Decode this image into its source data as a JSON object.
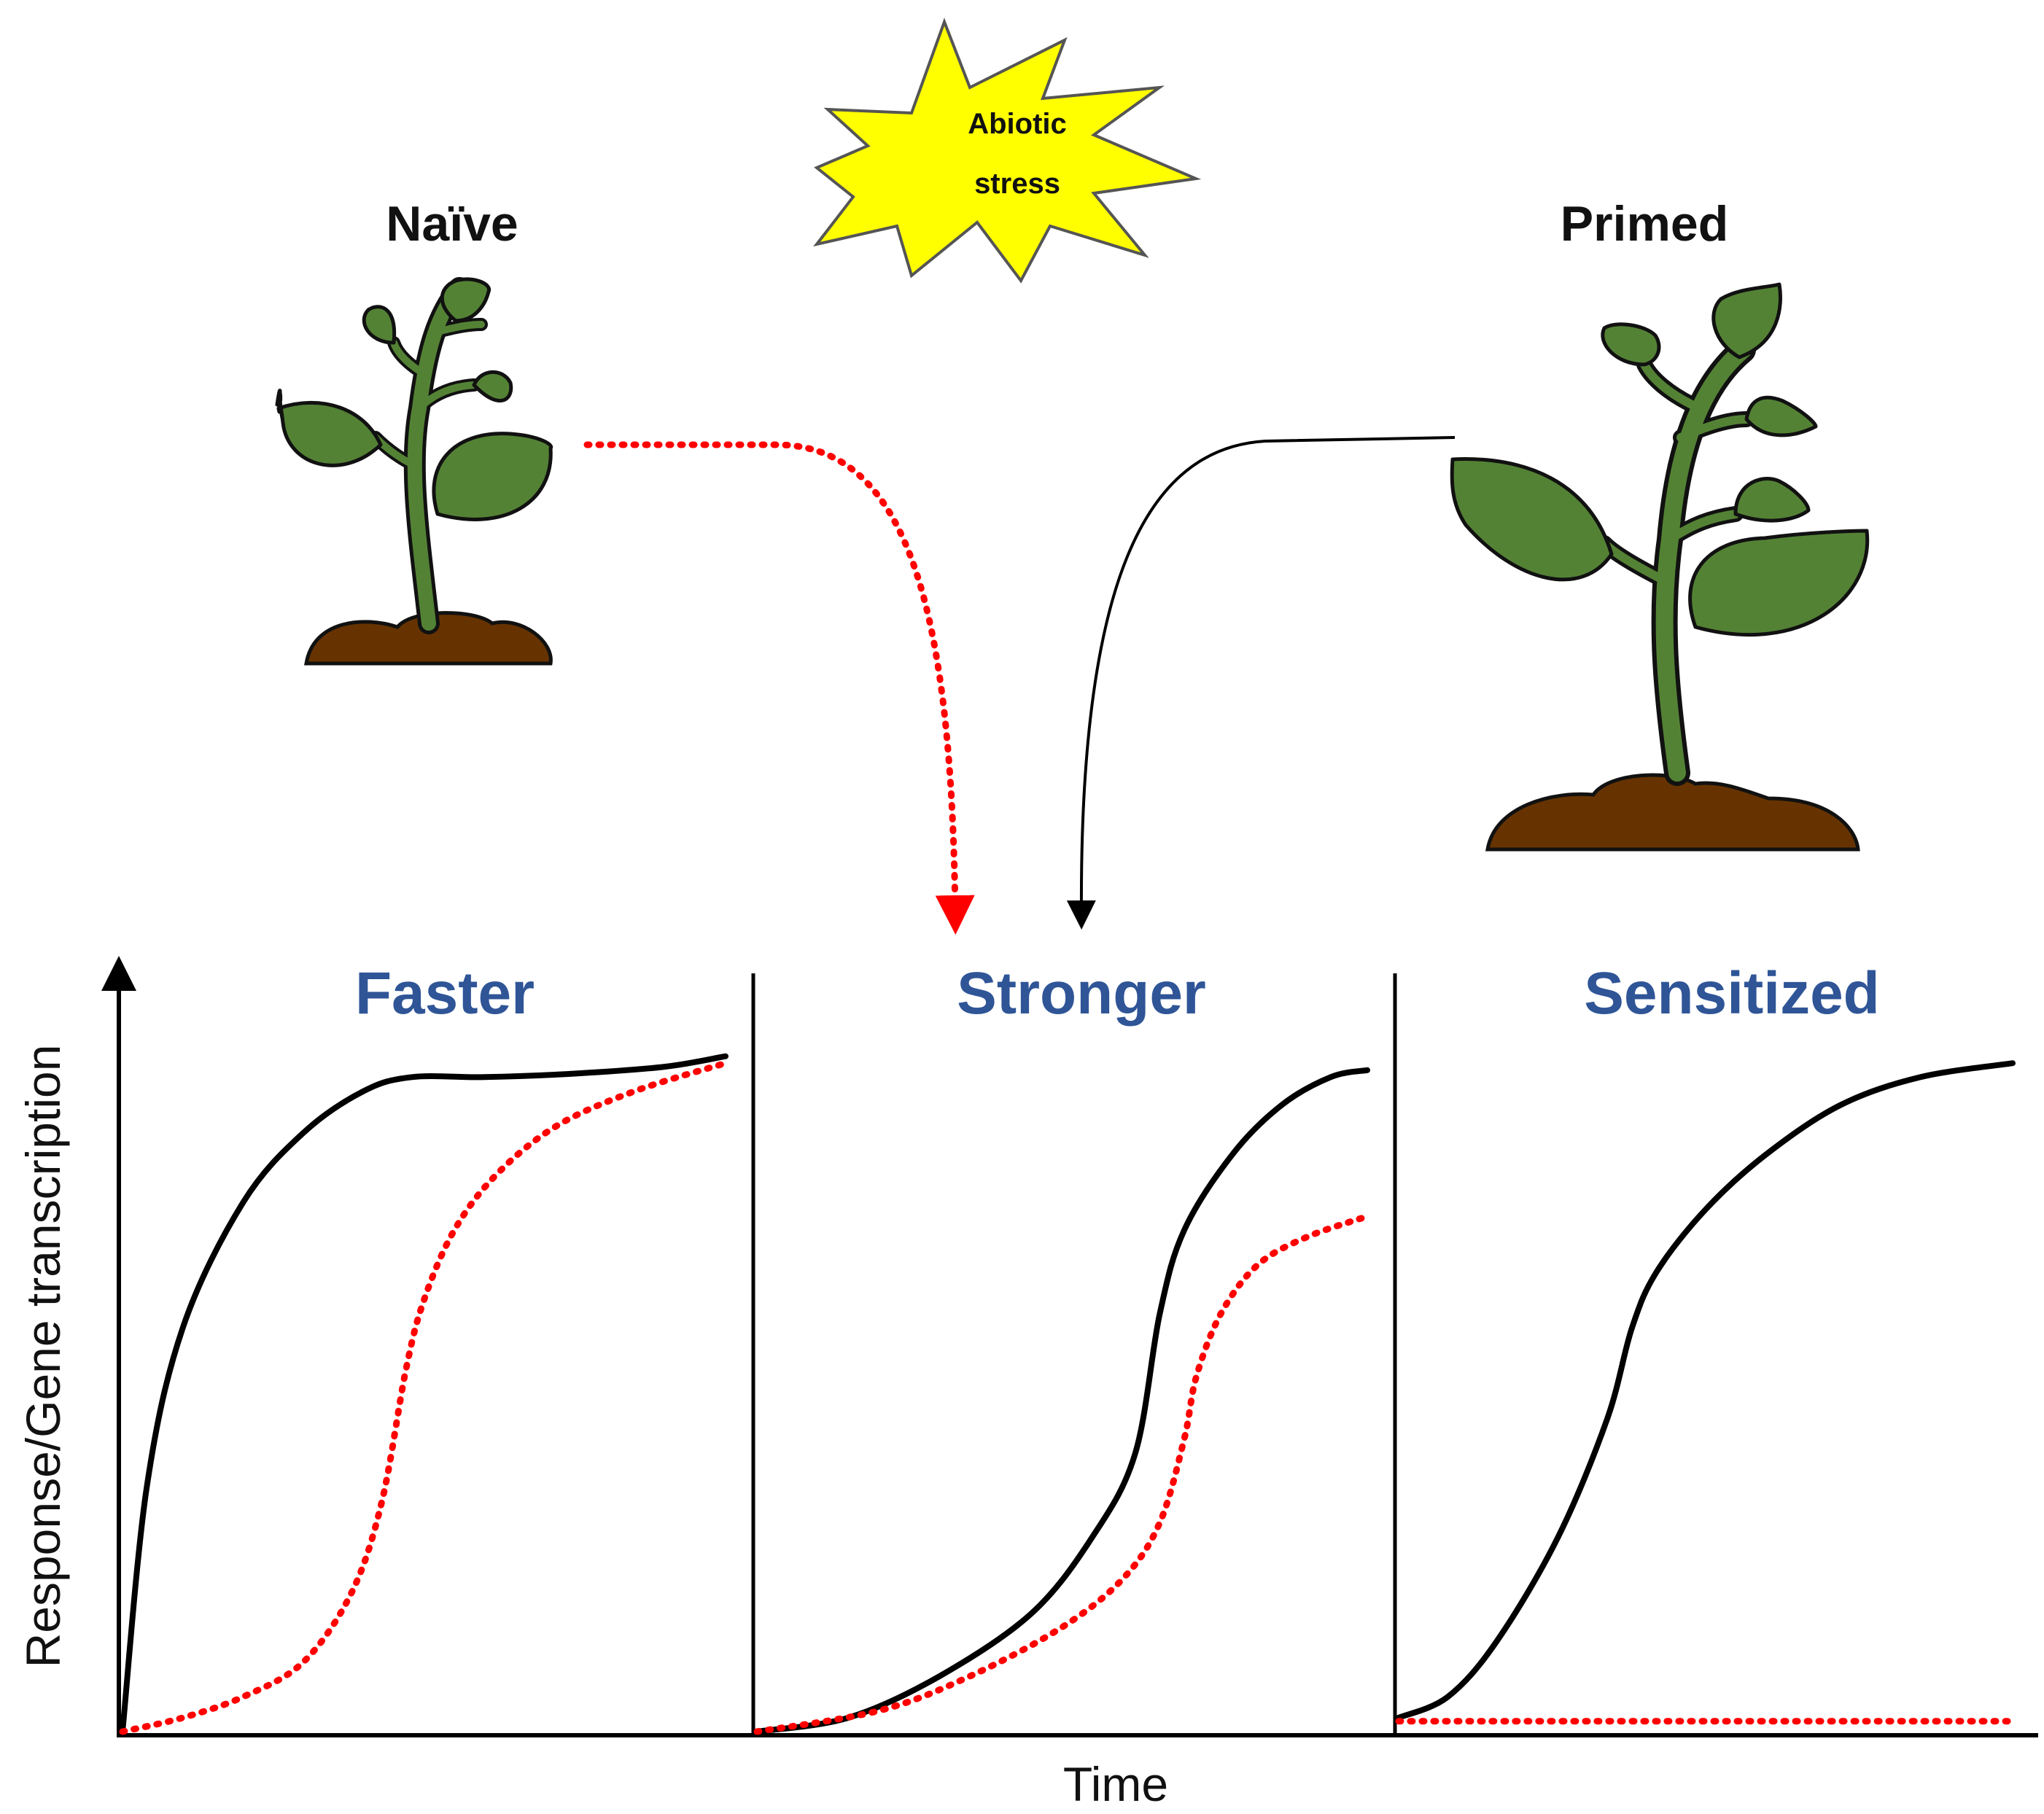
{
  "stress": {
    "line1": "Abiotic",
    "line2": "stress",
    "color": "#ffff00"
  },
  "plants": {
    "naive_label": "Naïve",
    "primed_label": "Primed"
  },
  "panels": [
    {
      "title": "Faster"
    },
    {
      "title": "Stronger"
    },
    {
      "title": "Sensitized"
    }
  ],
  "axes": {
    "ylabel": "Response/Gene transcription",
    "xlabel": "Time"
  },
  "colors": {
    "primed": "#000000",
    "naive": "#ff0000",
    "panel_title": "#2f5597",
    "leaf": "#548235",
    "soil": "#663300"
  },
  "chart_data": [
    {
      "type": "line",
      "title": "Faster",
      "series": [
        {
          "style": "solid-black",
          "x": [
            0,
            0.04,
            0.1,
            0.2,
            0.3,
            0.4,
            0.48,
            0.6,
            0.75,
            0.9,
            1.0
          ],
          "y": [
            0,
            0.35,
            0.58,
            0.76,
            0.86,
            0.92,
            0.94,
            0.94,
            0.945,
            0.955,
            0.97
          ]
        },
        {
          "style": "dotted-red",
          "x": [
            0,
            0.1,
            0.2,
            0.3,
            0.38,
            0.43,
            0.47,
            0.5,
            0.55,
            0.62,
            0.72,
            0.85,
            1.0
          ],
          "y": [
            0,
            0.02,
            0.05,
            0.1,
            0.2,
            0.33,
            0.52,
            0.62,
            0.72,
            0.8,
            0.87,
            0.92,
            0.96
          ]
        }
      ]
    },
    {
      "type": "line",
      "title": "Stronger",
      "series": [
        {
          "style": "solid-black",
          "x": [
            0,
            0.15,
            0.3,
            0.45,
            0.55,
            0.62,
            0.66,
            0.7,
            0.78,
            0.86,
            0.94,
            1.0
          ],
          "y": [
            0,
            0.02,
            0.08,
            0.17,
            0.28,
            0.4,
            0.6,
            0.72,
            0.83,
            0.9,
            0.94,
            0.95
          ]
        },
        {
          "style": "dotted-red",
          "x": [
            0,
            0.2,
            0.35,
            0.5,
            0.6,
            0.66,
            0.7,
            0.72,
            0.76,
            0.82,
            0.9,
            1.0
          ],
          "y": [
            0,
            0.03,
            0.08,
            0.15,
            0.22,
            0.3,
            0.42,
            0.51,
            0.6,
            0.67,
            0.71,
            0.74
          ]
        }
      ]
    },
    {
      "type": "line",
      "title": "Sensitized",
      "series": [
        {
          "style": "solid-black",
          "x": [
            0,
            0.08,
            0.16,
            0.26,
            0.34,
            0.38,
            0.42,
            0.5,
            0.6,
            0.72,
            0.85,
            1.0
          ],
          "y": [
            0.02,
            0.05,
            0.13,
            0.28,
            0.45,
            0.58,
            0.66,
            0.75,
            0.83,
            0.9,
            0.94,
            0.96
          ]
        },
        {
          "style": "dotted-red",
          "x": [
            0,
            1.0
          ],
          "y": [
            0.015,
            0.015
          ]
        }
      ]
    }
  ]
}
